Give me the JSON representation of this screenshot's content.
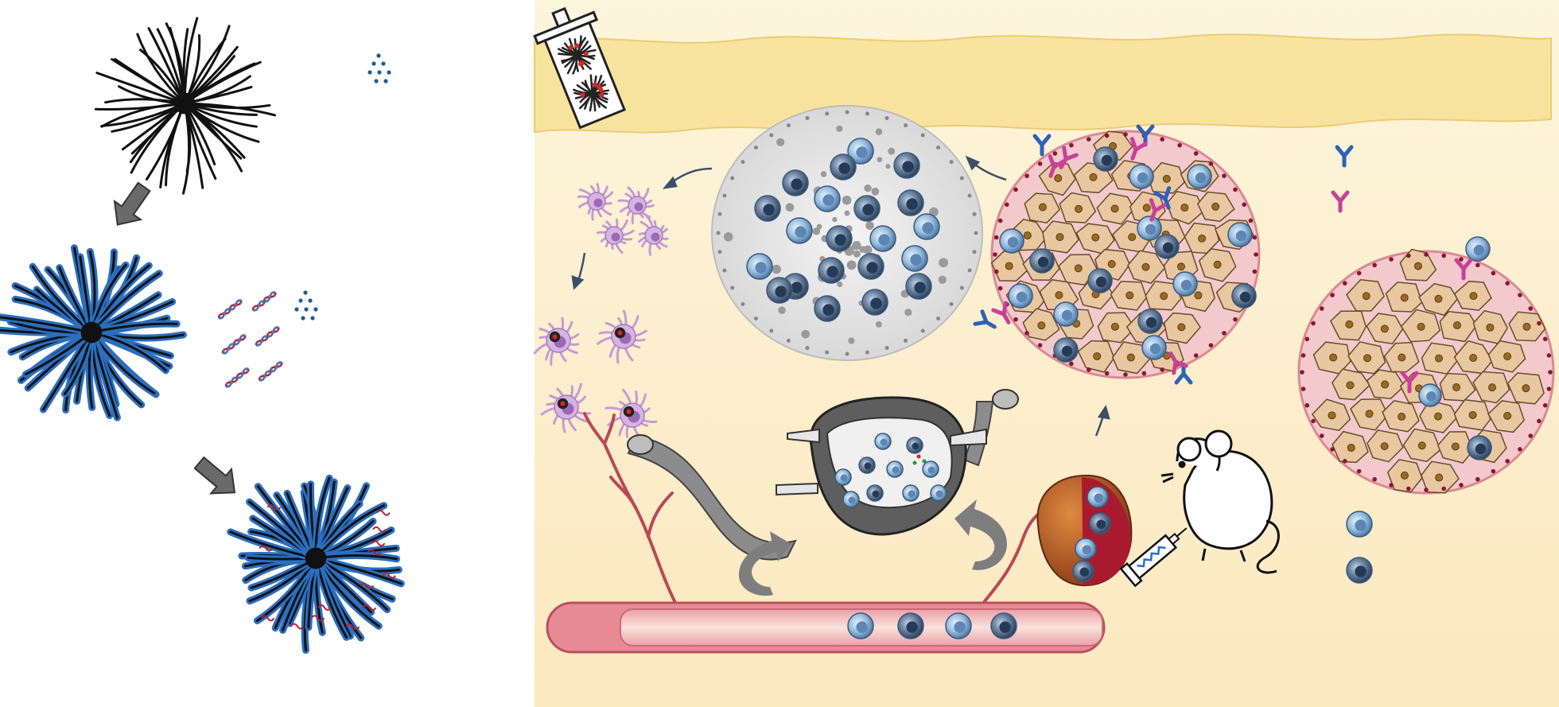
{
  "figure": {
    "panels": [
      {
        "id": "synthesis",
        "steps": [
          "bare-nanoparticle",
          "coated-nanoparticle",
          "loaded-nanoparticle"
        ],
        "components": [
          "small-molecule-dots",
          "nucleic-acid-strands"
        ]
      },
      {
        "id": "immune-response",
        "elements": [
          "syringe-injection",
          "skin-layer",
          "dendritic-cells",
          "lymph-node",
          "tumor-attacked",
          "tumor",
          "blood-vessel",
          "spleen",
          "mouse",
          "antibodies",
          "t-cells",
          "capillaries"
        ]
      }
    ],
    "colors": {
      "skin": "#f7df8f",
      "tissue": "#fbeecb",
      "nanoparticle_dark": "#1a1a1a",
      "coating_blue": "#2a6fc0",
      "dendritic_cell": "#c79ad6",
      "tumor_cell": "#e7c6a0",
      "vessel_red": "#c8505a",
      "antibody_blue": "#2d62b5",
      "antibody_pink": "#c8409a",
      "t_cell": "#8fb6d8",
      "lymph_node": "#e9e9e9",
      "arrow_gray": "#5a5a5a"
    }
  }
}
